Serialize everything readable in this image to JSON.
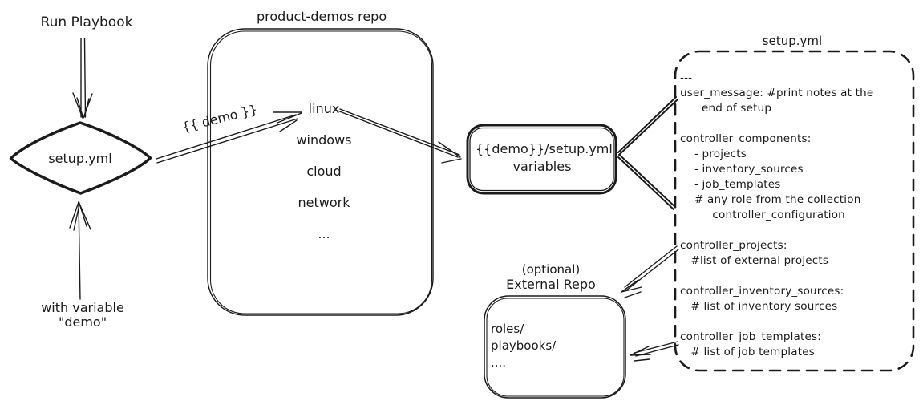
{
  "colors": {
    "ink": "#1b1b1b",
    "background": "#ffffff"
  },
  "run_playbook": {
    "label": "Run Playbook"
  },
  "with_variable": {
    "line1": "with variable",
    "line2": "\"demo\""
  },
  "setup_diamond": {
    "label": "setup.yml"
  },
  "demo_arrow": {
    "label": "{{ demo }}"
  },
  "product_demos": {
    "title": "product-demos repo",
    "items": [
      "linux",
      "windows",
      "cloud",
      "network",
      "..."
    ]
  },
  "variables_box": {
    "line1": "{{demo}}/setup.yml",
    "line2": "variables"
  },
  "setup_yml": {
    "title": "setup.yml",
    "lines": [
      "---",
      "user_message: #print notes at the",
      "      end of setup",
      "",
      "controller_components:",
      "    - projects",
      "    - inventory_sources",
      "    - job_templates",
      "    # any role from the collection",
      "         controller_configuration",
      "",
      "controller_projects:",
      "   #list of external projects",
      "",
      "controller_inventory_sources:",
      "   # list of inventory sources",
      "",
      "controller_job_templates:",
      "   # list of job templates"
    ]
  },
  "external_repo": {
    "label_line1": "(optional)",
    "label_line2": "External Repo",
    "items": [
      "roles/",
      "playbooks/",
      "...."
    ]
  }
}
